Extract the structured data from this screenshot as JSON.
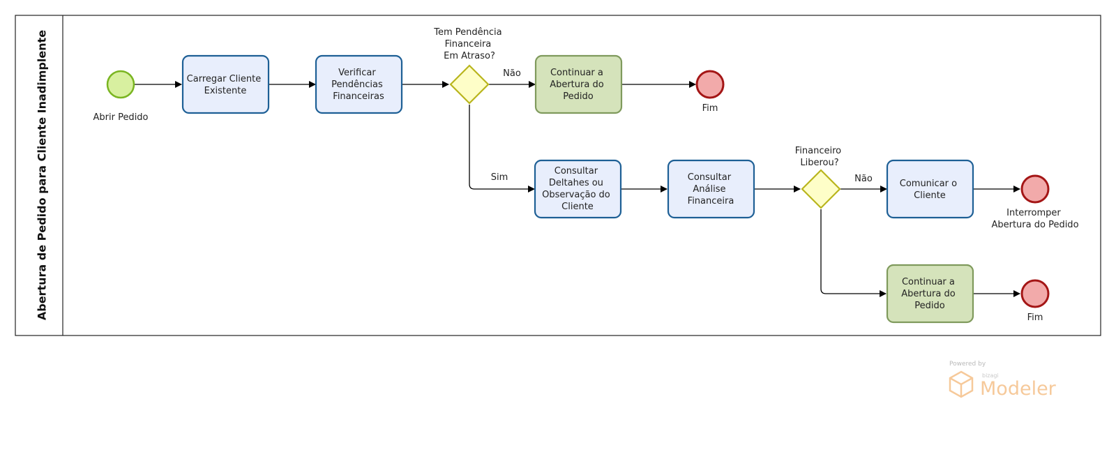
{
  "pool": {
    "title": "Abertura de Pedido para Cliente Inadimplente"
  },
  "events": {
    "start": {
      "label": "Abrir Pedido",
      "color": "#d8f0a0"
    },
    "end1": {
      "label": "Fim"
    },
    "end2": {
      "label": [
        "Interromper",
        "Abertura do Pedido"
      ]
    },
    "end3": {
      "label": "Fim"
    },
    "end_color": "#f2aaaa"
  },
  "tasks": {
    "carregar": [
      "Carregar Cliente",
      "Existente"
    ],
    "verificar": [
      "Verificar",
      "Pendências",
      "Financeiras"
    ],
    "continuar1": [
      "Continuar a",
      "Abertura do",
      "Pedido"
    ],
    "consultar_det": [
      "Consultar",
      "Deltahes ou",
      "Observação do",
      "Cliente"
    ],
    "consultar_fin": [
      "Consultar",
      "Análise",
      "Financeira"
    ],
    "comunicar": [
      "Comunicar o",
      "Cliente"
    ],
    "continuar2": [
      "Continuar a",
      "Abertura do",
      "Pedido"
    ],
    "task_fill": "#e8eefc",
    "task_border": "#1d5f95",
    "green_fill": "#d5e3bb",
    "green_border": "#7f9a5c"
  },
  "gateways": {
    "g1": [
      "Tem Pendência",
      "Financeira",
      "Em Atraso?"
    ],
    "g2": [
      "Financeiro",
      "Liberou?"
    ],
    "fill": "#fefec8",
    "border": "#b9b51d"
  },
  "flows": {
    "g1_nao": "Não",
    "g1_sim": "Sim",
    "g2_nao": "Não"
  },
  "watermark": {
    "powered": "Powered by",
    "brand": "bizagi",
    "product": "Modeler"
  }
}
